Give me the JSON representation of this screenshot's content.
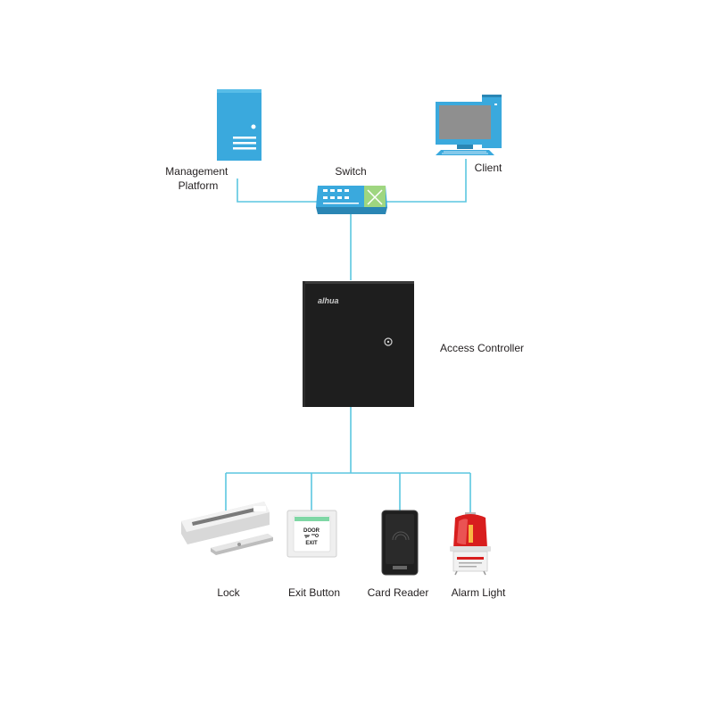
{
  "labels": {
    "management_platform": [
      "Management",
      "Platform"
    ],
    "switch": "Switch",
    "client": "Client",
    "access_controller": "Access Controller",
    "lock": "Lock",
    "exit_button": "Exit Button",
    "card_reader": "Card Reader",
    "alarm_light": "Alarm Light"
  },
  "device_text": {
    "brand": "alhua",
    "exit_button_top": "DOOR",
    "exit_button_bottom": "EXIT"
  },
  "icons": {
    "management_platform": "server-icon",
    "switch": "network-switch-icon",
    "client": "desktop-computer-icon",
    "access_controller": "controller-box-icon",
    "lock": "magnetic-lock-icon",
    "exit_button": "exit-button-icon",
    "card_reader": "card-reader-icon",
    "alarm_light": "alarm-light-icon"
  },
  "colors": {
    "connector": "#5cc6e0",
    "server_blue": "#3aa9dd",
    "controller_black": "#1e1e1e",
    "alarm_red": "#d81e1e"
  }
}
